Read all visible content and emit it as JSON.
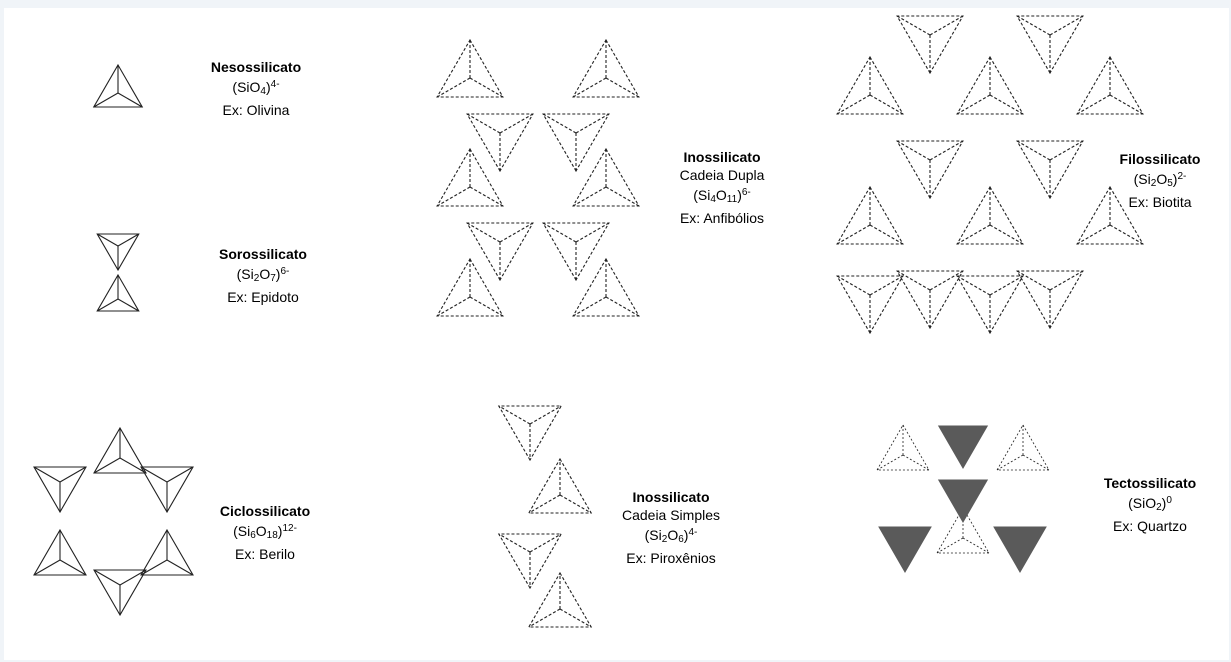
{
  "colors": {
    "background": "#f0f4f8",
    "panel": "#ffffff",
    "line": "#222222",
    "filled": "#5a5a5a"
  },
  "labels": {
    "neso": {
      "name": "Nesossilicato",
      "formula": [
        [
          "text",
          "(SiO"
        ],
        [
          "sub",
          "4"
        ],
        [
          "text",
          ")"
        ],
        [
          "sup",
          "4-"
        ]
      ],
      "example": "Ex: Olivina"
    },
    "soro": {
      "name": "Sorossilicato",
      "formula": [
        [
          "text",
          "(Si"
        ],
        [
          "sub",
          "2"
        ],
        [
          "text",
          "O"
        ],
        [
          "sub",
          "7"
        ],
        [
          "text",
          ")"
        ],
        [
          "sup",
          "6-"
        ]
      ],
      "example": "Ex: Epidoto"
    },
    "ino_dupla": {
      "name": "Inossilicato",
      "subtitle": "Cadeia Dupla",
      "formula": [
        [
          "text",
          "(Si"
        ],
        [
          "sub",
          "4"
        ],
        [
          "text",
          "O"
        ],
        [
          "sub",
          "11"
        ],
        [
          "text",
          ")"
        ],
        [
          "sup",
          "6-"
        ]
      ],
      "example": "Ex: Anfibólios"
    },
    "filo": {
      "name": "Filossilicato",
      "formula": [
        [
          "text",
          "(Si"
        ],
        [
          "sub",
          "2"
        ],
        [
          "text",
          "O"
        ],
        [
          "sub",
          "5"
        ],
        [
          "text",
          ")"
        ],
        [
          "sup",
          "2-"
        ]
      ],
      "example": "Ex: Biotita"
    },
    "ciclo": {
      "name": "Ciclossilicato",
      "formula": [
        [
          "text",
          "(Si"
        ],
        [
          "sub",
          "6"
        ],
        [
          "text",
          "O"
        ],
        [
          "sub",
          "18"
        ],
        [
          "text",
          ")"
        ],
        [
          "sup",
          "12-"
        ]
      ],
      "example": "Ex: Berilo"
    },
    "ino_simples": {
      "name": "Inossilicato",
      "subtitle": "Cadeia Simples",
      "formula": [
        [
          "text",
          "(Si"
        ],
        [
          "sub",
          "2"
        ],
        [
          "text",
          "O"
        ],
        [
          "sub",
          "6"
        ],
        [
          "text",
          ")"
        ],
        [
          "sup",
          "4-"
        ]
      ],
      "example": "Ex: Piroxênios"
    },
    "tecto": {
      "name": "Tectossilicato",
      "formula": [
        [
          "text",
          "(SiO"
        ],
        [
          "sub",
          "2"
        ],
        [
          "text",
          ")"
        ],
        [
          "sup",
          "0"
        ]
      ],
      "example": "Ex: Quartzo"
    }
  }
}
